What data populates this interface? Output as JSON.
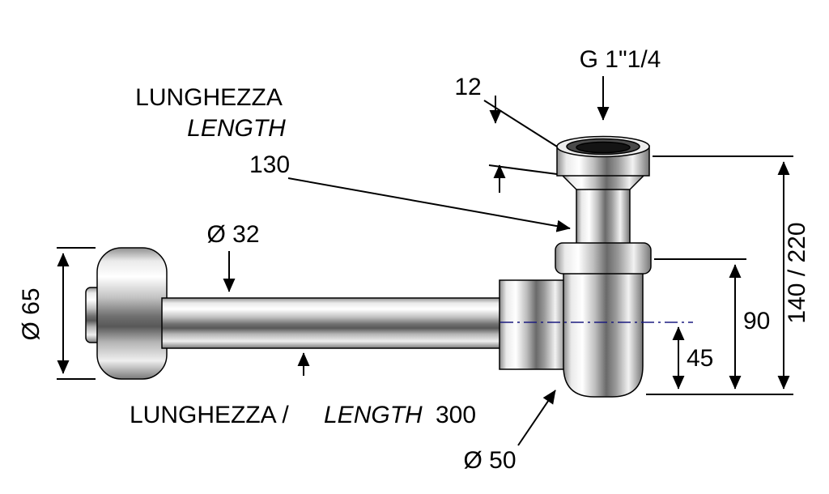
{
  "drawing": {
    "subject": "bottle-trap-siphon-technical-drawing",
    "labels": {
      "lunghezza": "LUNGHEZZA",
      "length": "LENGTH",
      "dim_130": "130",
      "dim_12": "12",
      "thread_size": "G 1\"1/4",
      "dia_32": "Ø 32",
      "dia_65": "Ø 65",
      "bottom_lunghezza": "LUNGHEZZA /",
      "bottom_length": "LENGTH",
      "dim_300": "300",
      "dia_50": "Ø 50",
      "dim_90": "90",
      "dim_45": "45",
      "dim_140_220": "140 / 220"
    },
    "colors": {
      "line": "#000000",
      "centerline": "#1c1c80",
      "background": "#ffffff"
    }
  }
}
